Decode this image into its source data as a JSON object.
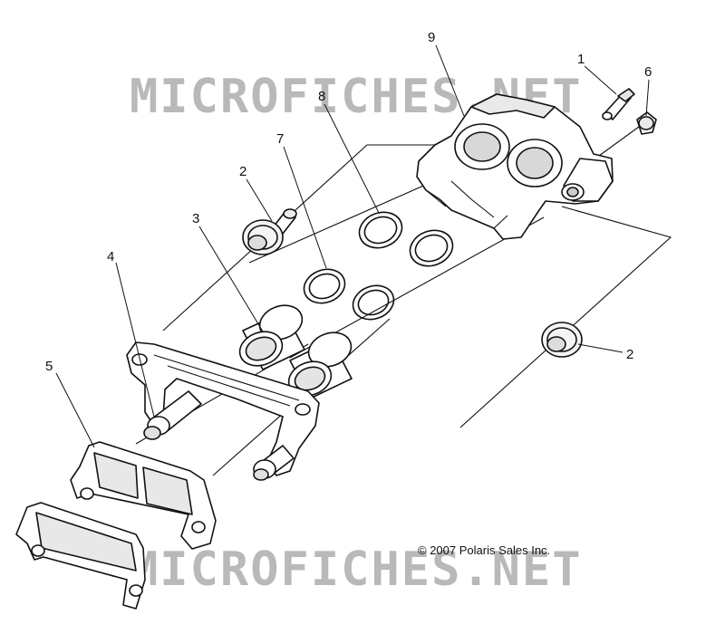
{
  "watermark": {
    "text": "MICROFICHES.NET",
    "color": "#b9b9b9"
  },
  "copyright": "© 2007 Polaris Sales Inc.",
  "callouts": [
    {
      "id": "1",
      "label": "1",
      "part": "bleeder-screw"
    },
    {
      "id": "6",
      "label": "6",
      "part": "bleeder-cap"
    },
    {
      "id": "9",
      "label": "9",
      "part": "caliper-housing"
    },
    {
      "id": "8",
      "label": "8",
      "part": "piston-seal-outer"
    },
    {
      "id": "7",
      "label": "7",
      "part": "piston-seal-inner"
    },
    {
      "id": "2a",
      "label": "2",
      "part": "slide-pin-boot-left"
    },
    {
      "id": "3",
      "label": "3",
      "part": "piston"
    },
    {
      "id": "4",
      "label": "4",
      "part": "caliper-bracket"
    },
    {
      "id": "5",
      "label": "5",
      "part": "brake-pad-set"
    },
    {
      "id": "2b",
      "label": "2",
      "part": "slide-pin-boot-right"
    }
  ],
  "colors": {
    "line": "#111111",
    "part_fill": "#ffffff",
    "shade": "#e6e6e6"
  }
}
